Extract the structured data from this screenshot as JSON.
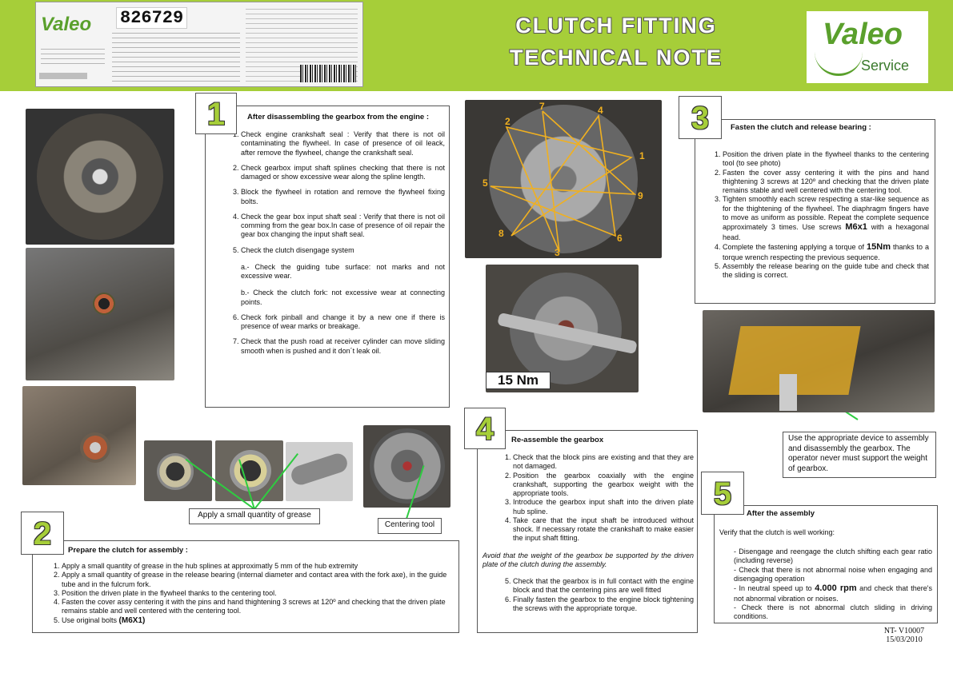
{
  "header": {
    "title_line1": "CLUTCH FITTING",
    "title_line2": "TECHNICAL NOTE",
    "brand_name": "Valeo",
    "brand_sub": "Service",
    "label_logo": "Valeo",
    "label_code": "826729"
  },
  "section1": {
    "number": "1",
    "heading": "After disassembling the gearbox from the engine :",
    "items": [
      "Check engine crankshaft seal : Verify that there is not oil contaminating the flywheel. In case of presence of oil leack, after remove the flywheel, change the crankshaft seal.",
      "Check gearbox imput shaft splines checking that there is not damaged or show excessive wear along the spline length.",
      "Block the flywheel in rotation and remove the flywheel fixing bolts.",
      "Check the gear box input shaft seal : Verify that there is not oil comming from the gear box.In case of presence of oil repair the gear box changing the input shaft seal.",
      "Check the clutch disengage system",
      "Check fork pinball and change it by a new one if there is presence of wear marks or breakage.",
      "Check that the push road at receiver cylinder can move sliding smooth when is pushed and it don´t leak oil."
    ],
    "sub_a": "a.- Check the guiding tube surface: not marks and not excessive wear.",
    "sub_b": "b.- Check the clutch fork: not excessive wear at connecting points."
  },
  "section2": {
    "number": "2",
    "heading": "Prepare the clutch for assembly :",
    "items": [
      "Apply a small quantity of grease in the hub splines at approximatly 5 mm of the hub extremity",
      "Apply a small quantity of grease in the release bearing (internal diameter and contact area with the fork axe), in the guide tube and in the fulcrum fork.",
      "Position the driven plate in the flywheel thanks to the centering tool.",
      "Fasten the cover assy centering it with the pins and hand thightening 3 screws at 120º and checking that the driven plate remains stable and well centered with the centering tool.",
      "Use original bolts "
    ],
    "bolts": "(M6X1)",
    "grease_callout": "Apply a small quantity of grease",
    "centering_callout": "Centering tool"
  },
  "section3": {
    "number": "3",
    "heading": "Fasten the clutch and release bearing :",
    "item1": "Position the driven plate in the flywheel thanks to the centering tool (to see photo)",
    "item2": "Fasten the cover assy centering it with the pins and hand thightening 3 screws at 120º and checking that the driven plate remains stable and well centered with the centering tool.",
    "item3": "Tighten smoothly each screw respecting a star-like sequence as for the thightening of the flywheel. The diaphragm fingers have to move as uniform as possible. Repeat the complete sequence approximately 3 times. Use screws ",
    "item3_bold": "M6x1",
    "item3_end": " with a hexagonal head.",
    "item4": "Complete the fastening applying a torque of ",
    "item4_bold": "15Nm",
    "item4_end": " thanks to a torque wrench respecting the previous sequence.",
    "item5": "Assembly the release bearing on the guide tube and check that the sliding is correct.",
    "torque_label": "15 Nm",
    "star_numbers": [
      "7",
      "4",
      "2",
      "1",
      "5",
      "9",
      "8",
      "6",
      "3"
    ]
  },
  "section4": {
    "number": "4",
    "heading": "Re-assemble the gearbox",
    "items_a": [
      "Check that the block pins are existing and that they are not damaged.",
      "Position the gearbox coaxially with the engine crankshaft, supporting the gearbox weight with the appropriate tools.",
      "Introduce the gearbox input shaft into the driven plate hub spline.",
      "Take care that the input shaft be introduced without shock. If necessary rotate the crankshaft to make easier the input shaft fitting."
    ],
    "italic_note": "Avoid that the weight of the gearbox be supported by the driven plate of the clutch during the assembly.",
    "items_b": [
      "Check that the gearbox is in full contact with the engine block and that the centering pins are well fitted",
      "Finally fasten the gearbox to the engine block tightening the screws with the appropriate torque."
    ],
    "device_callout": "Use the appropriate device to assembly and disassembly the gearbox. The operator never must support the weight of gearbox."
  },
  "section5": {
    "number": "5",
    "heading": "After the assembly",
    "intro": "Verify that the clutch is well working:",
    "line1": "- Disengage and reengage the clutch shifting each gear ratio (including reverse)",
    "line2": "- Check that there is not abnormal noise when engaging and disengaging operation",
    "line3a": "- In neutral speed up to ",
    "line3b": "4.000 rpm",
    "line3c": " and check that there's not abnormal vibration or noises.",
    "line4": "- Check there is not abnormal clutch sliding in driving conditions."
  },
  "footer": {
    "ref": "NT- V10007",
    "date": "15/03/2010"
  }
}
